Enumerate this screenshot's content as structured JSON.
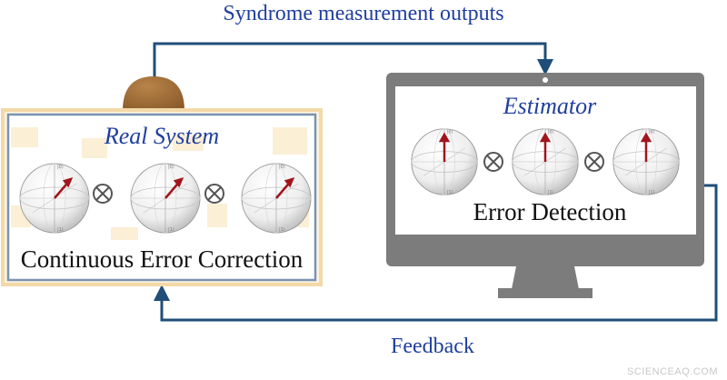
{
  "labels": {
    "top_arrow": "Syndrome measurement outputs",
    "feedback_arrow": "Feedback",
    "real_system_title": "Real System",
    "real_system_caption": "Continuous Error Correction",
    "estimator_title": "Estimator",
    "estimator_caption": "Error Detection",
    "tensor_symbol": "⊗",
    "watermark": "SCIENCEAQ.COM"
  },
  "icons": {
    "sensor": "dome-sensor-icon",
    "monitor": "computer-monitor-icon",
    "sphere": "bloch-sphere-icon",
    "tensor": "tensor-product-icon"
  },
  "colors": {
    "arrow": "#1f4e79",
    "title_text": "#1f3f9e",
    "box_border": "#7a93b0",
    "box_glow": "#f2c97e",
    "monitor": "#7a7a7a",
    "dome": "#9a6a36",
    "state_vector": "#a0151c"
  }
}
